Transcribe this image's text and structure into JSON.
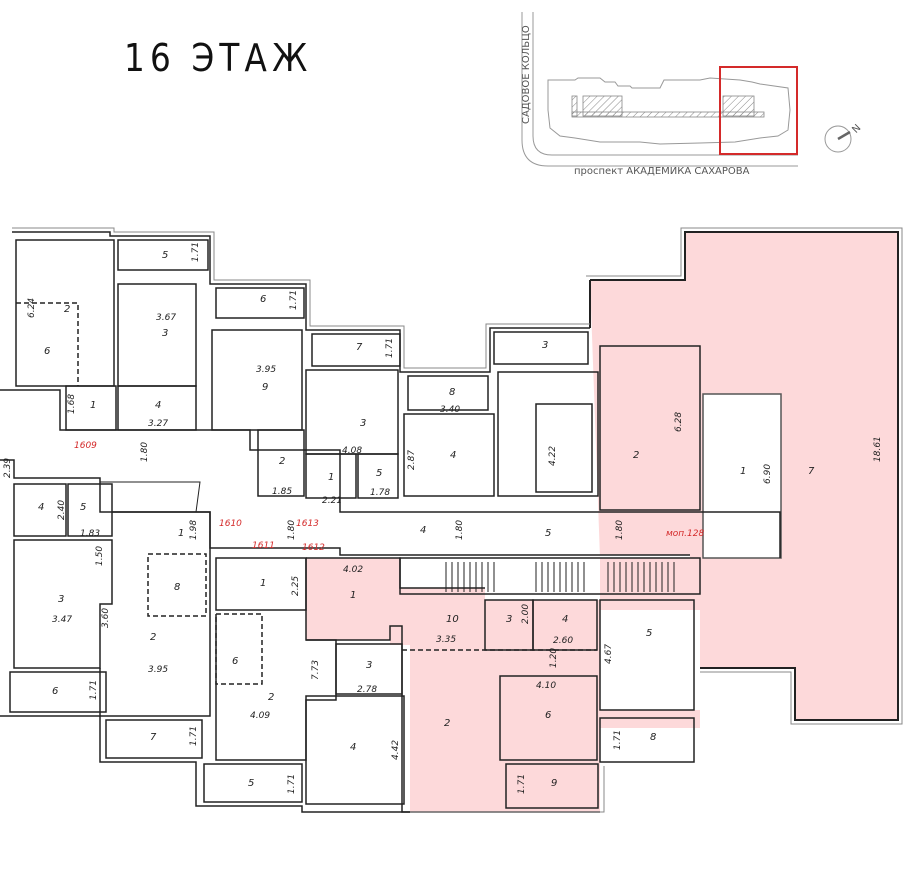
{
  "header": {
    "title": "16 ЭТАЖ"
  },
  "key_plan": {
    "street_vertical": "САДОВОЕ КОЛЬЦО",
    "street_horizontal": "проспект АКАДЕМИКА САХАРОВА",
    "compass_label": "N",
    "highlight_color": "#d42a2a"
  },
  "colors": {
    "highlight_fill": "#fdd9da",
    "wall": "#222222",
    "apartment_number": "#d42a2a"
  },
  "apartments": {
    "a1609": "1609",
    "a1610": "1610",
    "a1611": "1611",
    "a1612": "1612",
    "a1613": "1613",
    "mop": "моп.128"
  },
  "rooms": {
    "nw_balcony5": {
      "num": "5",
      "dim": "1.71"
    },
    "nw_room2": {
      "num": "2",
      "dim": "6.24"
    },
    "nw_room6": {
      "num": "6"
    },
    "nw_room3": {
      "num": "3",
      "dim": "3.67"
    },
    "nw_room1": {
      "num": "1",
      "dim": "1.68"
    },
    "nw_room4": {
      "num": "4",
      "dim": "3.27"
    },
    "n_balcony6": {
      "num": "6",
      "dim": "1.71"
    },
    "n_room9": {
      "num": "9",
      "dim": "3.95"
    },
    "n_balcony7": {
      "num": "7",
      "dim": "1.71"
    },
    "n_room3": {
      "num": "3",
      "dim": "4.08"
    },
    "n_room2": {
      "num": "2",
      "dim": "1.85"
    },
    "n_room1": {
      "num": "1",
      "dim": "2.21"
    },
    "n_room5": {
      "num": "5",
      "dim": "1.78"
    },
    "n_balcony8": {
      "num": "8",
      "dim": "3.40"
    },
    "n_room4": {
      "num": "4",
      "dim": "2.87"
    },
    "ne_balcony3": {
      "num": "3"
    },
    "ne_room_dim": {
      "dim": "4.22"
    },
    "ne_room2": {
      "num": "2",
      "dim": "6.28"
    },
    "ne_room1": {
      "num": "1",
      "dim": "6.90"
    },
    "terrace7": {
      "num": "7",
      "dim": "18.61"
    },
    "corridor_main": {
      "dim": "1.80"
    },
    "corridor4": {
      "num": "4",
      "dim": "1.80"
    },
    "corridor5": {
      "num": "5",
      "dim": "1.80"
    },
    "corridor_1613": {
      "dim": "1.80"
    },
    "w_dim_2_39": {
      "dim": "2.39"
    },
    "w_room4": {
      "num": "4",
      "dim": "2.40"
    },
    "w_room5": {
      "num": "5",
      "dim": "1.83"
    },
    "w_room3": {
      "num": "3",
      "dim": "3.47"
    },
    "w_dim_1_50": {
      "dim": "1.50"
    },
    "w_dim_3_60": {
      "dim": "3.60"
    },
    "w_room2": {
      "num": "2",
      "dim": "3.95"
    },
    "w_room1": {
      "num": "1",
      "dim": "1.98"
    },
    "w_room8": {
      "num": "8"
    },
    "w_balcony6": {
      "num": "6",
      "dim": "1.71"
    },
    "w_balcony7": {
      "num": "7",
      "dim": "1.71"
    },
    "s_room1": {
      "num": "1",
      "dim": "2.25"
    },
    "s_room6": {
      "num": "6"
    },
    "s_room2": {
      "num": "2",
      "dim": "4.09"
    },
    "s_room3": {
      "num": "3",
      "dim": "2.78"
    },
    "s_dim_7_73": {
      "dim": "7.73"
    },
    "s_room4": {
      "num": "4",
      "dim": "4.42"
    },
    "s_balcony5": {
      "num": "5",
      "dim": "1.71"
    },
    "h_room1": {
      "num": "1",
      "dim": "4.02"
    },
    "h_room10": {
      "num": "10",
      "dim": "3.35"
    },
    "h_room3": {
      "num": "3",
      "dim": "2.00"
    },
    "h_room4": {
      "num": "4",
      "dim": "2.60"
    },
    "h_hall": {
      "dim": "1.20"
    },
    "h_room5": {
      "num": "5",
      "dim": "4.67"
    },
    "h_room6": {
      "num": "6",
      "dim": "4.10"
    },
    "h_room2": {
      "num": "2"
    },
    "h_balcony8": {
      "num": "8",
      "dim": "1.71"
    },
    "h_balcony9": {
      "num": "9",
      "dim": "1.71"
    }
  }
}
